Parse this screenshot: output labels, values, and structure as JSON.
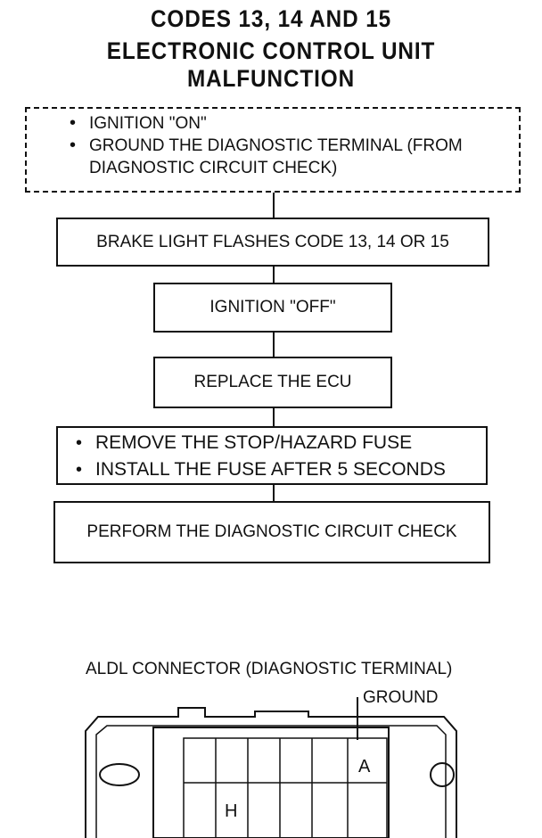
{
  "title": {
    "line1": "CODES 13, 14 AND 15",
    "line2": "ELECTRONIC CONTROL UNIT MALFUNCTION"
  },
  "flow": {
    "step1": [
      "IGNITION \"ON\"",
      "GROUND THE DIAGNOSTIC TERMINAL (FROM DIAGNOSTIC CIRCUIT CHECK)"
    ],
    "step2": "BRAKE LIGHT FLASHES CODE 13, 14 OR 15",
    "step3": "IGNITION \"OFF\"",
    "step4": "REPLACE THE ECU",
    "step5": [
      "REMOVE THE STOP/HAZARD FUSE",
      "INSTALL THE FUSE AFTER 5 SECONDS"
    ],
    "step6": "PERFORM THE DIAGNOSTIC CIRCUIT CHECK"
  },
  "connector": {
    "caption": "ALDL CONNECTOR (DIAGNOSTIC TERMINAL)",
    "ground_label": "GROUND",
    "pin_a": "A",
    "pin_h": "H"
  }
}
